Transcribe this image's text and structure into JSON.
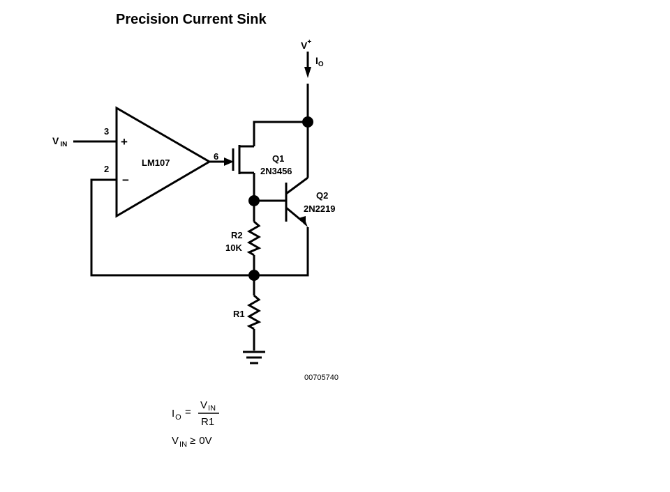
{
  "title": "Precision Current Sink",
  "supply": {
    "label": "V",
    "sup": "+",
    "current": "I",
    "current_sub": "O"
  },
  "input": {
    "label": "V",
    "sub": "IN"
  },
  "opamp": {
    "name": "LM107",
    "pin_noninv": "3",
    "pin_inv": "2",
    "pin_out": "6",
    "plus": "+",
    "minus": "−"
  },
  "q1": {
    "ref": "Q1",
    "part": "2N3456"
  },
  "q2": {
    "ref": "Q2",
    "part": "2N2219"
  },
  "r2": {
    "ref": "R2",
    "value": "10K"
  },
  "r1": {
    "ref": "R1"
  },
  "figure_code": "00705740",
  "equation": {
    "lhs": "I",
    "lhs_sub": "O",
    "equals": "=",
    "num": "V",
    "num_sub": "IN",
    "den": "R1",
    "cond_lhs": "V",
    "cond_sub": "IN",
    "cond_op": "≥",
    "cond_rhs": "0V"
  }
}
